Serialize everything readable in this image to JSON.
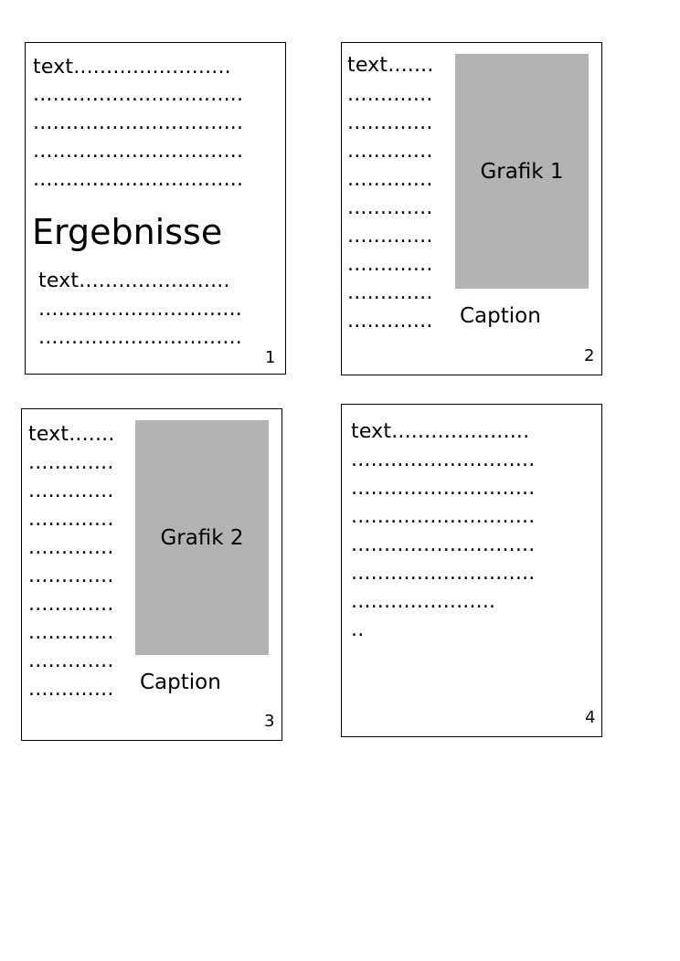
{
  "pages": [
    {
      "number": "1",
      "text_top": [
        "text........................",
        "................................",
        "................................",
        "................................",
        "................................"
      ],
      "heading": "Ergebnisse",
      "text_bottom": [
        "text.......................",
        "...............................",
        "..............................."
      ]
    },
    {
      "number": "2",
      "text": [
        "text.......",
        ".............",
        ".............",
        ".............",
        ".............",
        ".............",
        ".............",
        ".............",
        ".............",
        "............."
      ],
      "graphic_label": "Grafik 1",
      "caption": "Caption"
    },
    {
      "number": "3",
      "text": [
        "text.......",
        ".............",
        ".............",
        ".............",
        ".............",
        ".............",
        ".............",
        ".............",
        ".............",
        "............."
      ],
      "graphic_label": "Grafik 2",
      "caption": "Caption"
    },
    {
      "number": "4",
      "text": [
        "text.....................",
        "............................",
        "............................",
        "............................",
        "............................",
        "............................",
        "......................",
        ".."
      ]
    }
  ]
}
